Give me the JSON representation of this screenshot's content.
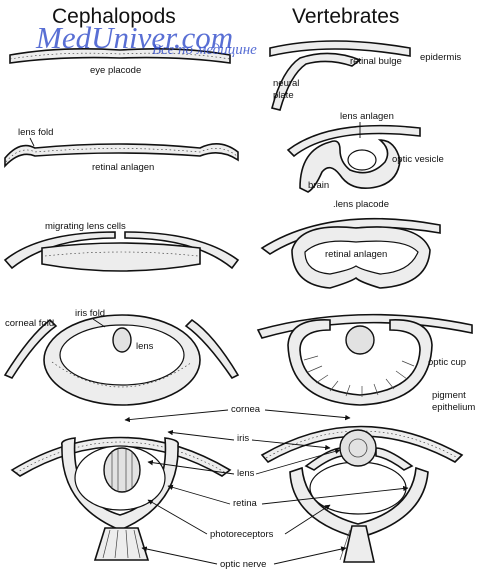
{
  "columns": {
    "left": "Cephalopods",
    "right": "Vertebrates"
  },
  "watermark": {
    "line1": "MedUniver.com",
    "line2": "Все по медицине"
  },
  "labels": {
    "eye_placode": "eye placode",
    "retinal_bulge": "retinal bulge",
    "epidermis": "epidermis",
    "neural": "neural",
    "plate": "plate",
    "lens_fold": "lens fold",
    "retinal_anlagen_1": "retinal anlagen",
    "lens_anlagen": "lens anlagen",
    "optic_vesicle": "optic vesicle",
    "brain": "brain",
    "migrating_lens_cells": "migrating lens cells",
    "lens_placode": ".lens placode",
    "retinal_anlagen_2": "retinal anlagen",
    "iris_fold": "iris fold",
    "corneal_fold": "corneal fold",
    "lens": "lens",
    "optic_cup": "optic cup",
    "pigment": "pigment",
    "epithelium": "epithelium",
    "cornea": "cornea",
    "iris": "iris",
    "lens_2": "lens",
    "retina": "retina",
    "photoreceptors": "photoreceptors",
    "optic_nerve": "optic nerve"
  }
}
